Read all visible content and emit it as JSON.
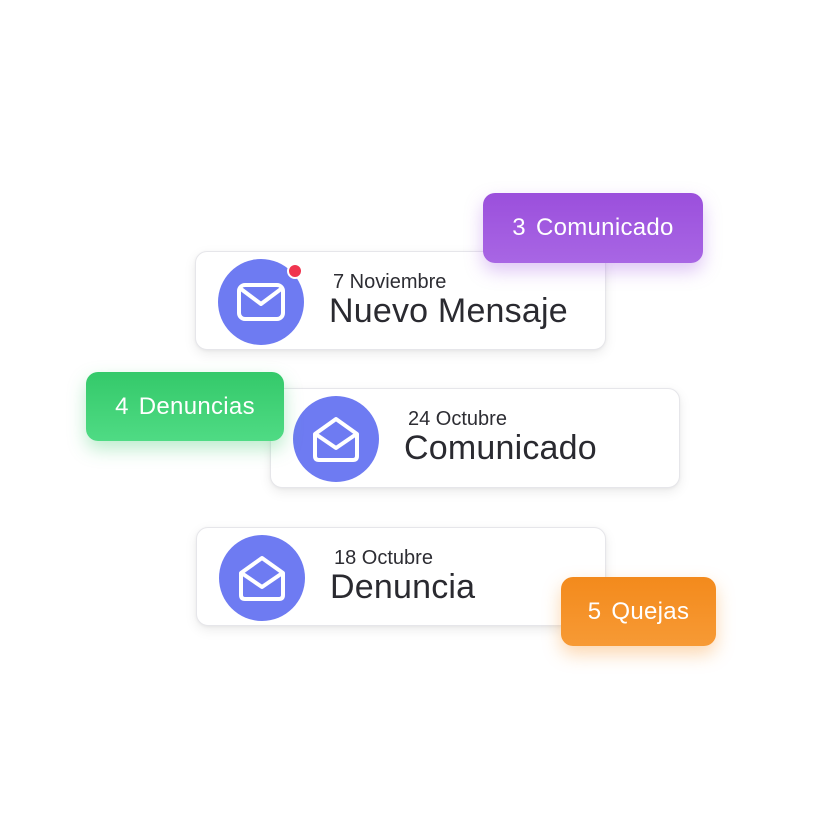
{
  "colors": {
    "avatar": "#6e7bf2",
    "notification_dot": "#f0354f",
    "badge_purple": "#a35ae0",
    "badge_green": "#3fd477",
    "badge_orange": "#f5911f"
  },
  "notifications": [
    {
      "icon": "envelope-closed-icon",
      "date": "7 Noviembre",
      "title": "Nuevo Mensaje",
      "unread": true
    },
    {
      "icon": "envelope-open-icon",
      "date": "24 Octubre",
      "title": "Comunicado",
      "unread": false
    },
    {
      "icon": "envelope-open-icon",
      "date": "18 Octubre",
      "title": "Denuncia",
      "unread": false
    }
  ],
  "badges": {
    "comunicado": {
      "count": "3",
      "label": "Comunicado"
    },
    "denuncias": {
      "count": "4",
      "label": "Denuncias"
    },
    "quejas": {
      "count": "5",
      "label": "Quejas"
    }
  }
}
